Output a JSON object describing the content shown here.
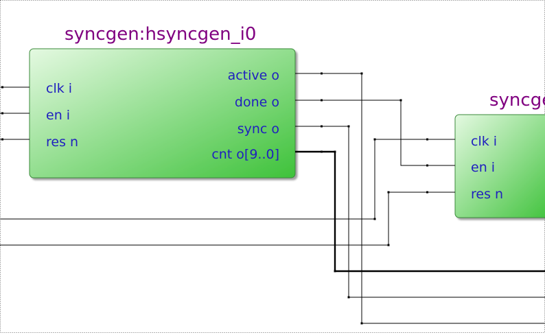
{
  "diagram": {
    "block_a": {
      "title": "syncgen:hsyncgen_i0",
      "inputs": [
        "clk i",
        "en i",
        "res n"
      ],
      "outputs": [
        "active o",
        "done o",
        "sync o",
        "cnt o[9..0]"
      ]
    },
    "block_b": {
      "title": "syncge",
      "inputs": [
        "clk i",
        "en i",
        "res n"
      ]
    },
    "colors": {
      "title": "#800080",
      "port_label": "#1f1fbf",
      "block_gradient_start": "#e4f9e1",
      "block_gradient_end": "#3ec23a",
      "wire": "#000000"
    }
  }
}
